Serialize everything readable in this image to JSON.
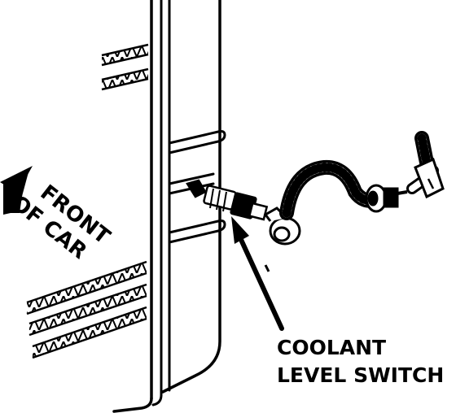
{
  "labels": {
    "front_line1": "FRONT",
    "front_line2": "OF CAR",
    "callout_line1": "COOLANT",
    "callout_line2": "LEVEL SWITCH"
  },
  "colors": {
    "ink": "#000000",
    "paper": "#ffffff"
  }
}
